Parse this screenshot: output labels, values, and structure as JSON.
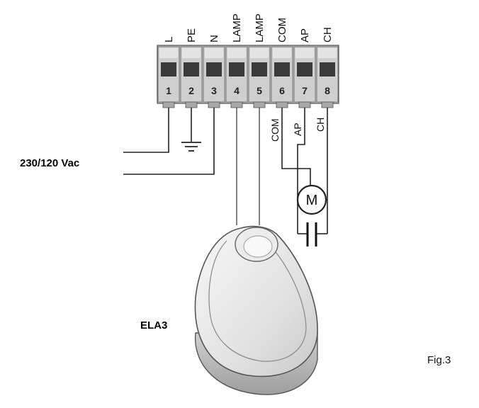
{
  "terminals": [
    {
      "number": "1",
      "label": "L"
    },
    {
      "number": "2",
      "label": "PE"
    },
    {
      "number": "3",
      "label": "N"
    },
    {
      "number": "4",
      "label": "LAMP"
    },
    {
      "number": "5",
      "label": "LAMP"
    },
    {
      "number": "6",
      "label": "COM"
    },
    {
      "number": "7",
      "label": "AP"
    },
    {
      "number": "8",
      "label": "CH"
    }
  ],
  "wire_labels": {
    "com": "COM",
    "ap": "AP",
    "ch": "CH"
  },
  "supply_label": "230/120 Vac",
  "motor_symbol": "M",
  "device_label": "ELA3",
  "figure_label": "Fig.3",
  "icons": {
    "ground": "ground-icon",
    "motor": "motor-icon",
    "capacitor": "capacitor-icon",
    "lamp": "flashing-lamp-icon"
  },
  "colors": {
    "terminal_body": "#cfcfcf",
    "terminal_screw": "#3a3a3a",
    "lamp_body": "#e6e6e6",
    "lamp_base": "#b5b5b5"
  }
}
